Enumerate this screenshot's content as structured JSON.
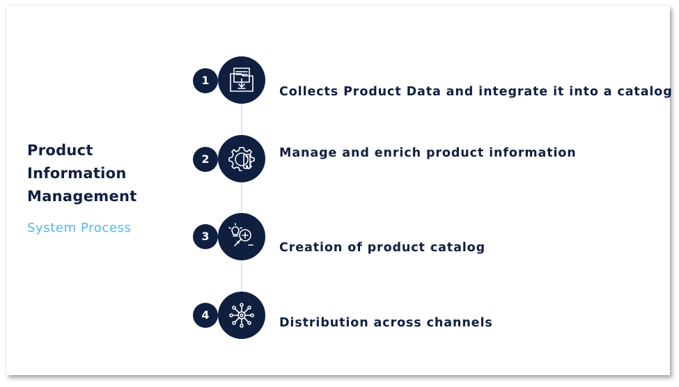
{
  "title": "Product\nInformation\nManagement",
  "subtitle": "System Process",
  "steps": [
    {
      "number": "1",
      "label": "Collects Product Data and integrate it into a catalog",
      "icon": "folder-download-icon"
    },
    {
      "number": "2",
      "label": "Manage and enrich product information",
      "icon": "gear-phone-icon"
    },
    {
      "number": "3",
      "label": "Creation of product catalog",
      "icon": "idea-search-icon"
    },
    {
      "number": "4",
      "label": "Distribution across channels",
      "icon": "network-hub-icon"
    }
  ]
}
